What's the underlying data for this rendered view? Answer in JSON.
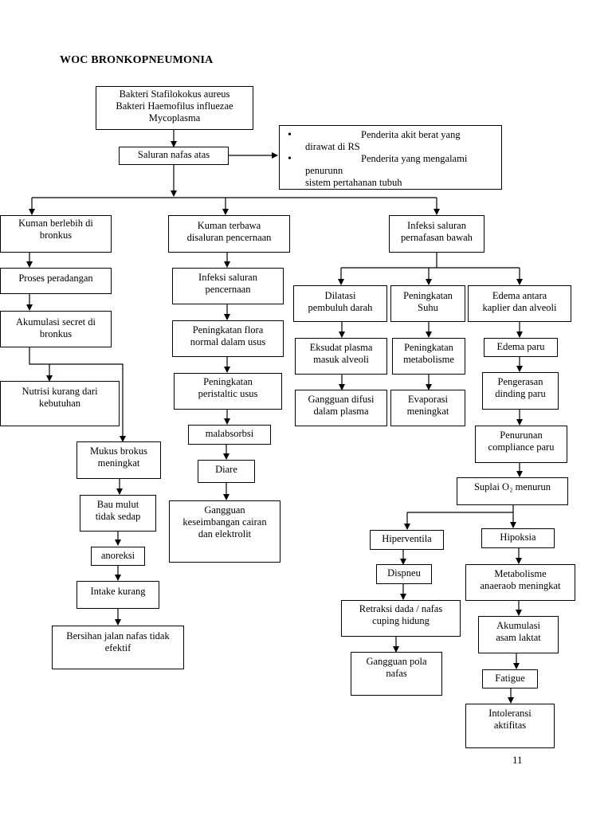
{
  "title": "WOC BRONKOPNEUMONIA",
  "page_number": "11",
  "nodes": {
    "bakteri": [
      "Bakteri Stafilokokus aureus",
      "Bakteri Haemofilus influezae",
      "Mycoplasma"
    ],
    "saluran_atas": [
      "Saluran nafas atas"
    ],
    "kuman_bronkus": [
      "Kuman berlebih di",
      "bronkus"
    ],
    "kuman_cerna": [
      "Kuman terbawa",
      "disaluran pencernaan"
    ],
    "infeksi_bawah": [
      "Infeksi saluran",
      "pernafasan bawah"
    ],
    "proses_radang": [
      "Proses peradangan"
    ],
    "akumulasi_secret": [
      "Akumulasi secret di",
      "bronkus"
    ],
    "nutrisi": [
      "Nutrisi kurang dari",
      "kebutuhan"
    ],
    "mukus": [
      "Mukus brokus",
      "meningkat"
    ],
    "bau_mulut": [
      "Bau mulut",
      "tidak sedap"
    ],
    "anoreksi": [
      "anoreksi"
    ],
    "intake": [
      "Intake kurang"
    ],
    "bersihan": [
      "Bersihan jalan nafas tidak",
      "efektif"
    ],
    "infeksi_cerna": [
      "Infeksi saluran",
      "pencernaan"
    ],
    "flora": [
      "Peningkatan flora",
      "normal dalam usus"
    ],
    "peristaltic": [
      "Peningkatan",
      "peristaltic usus"
    ],
    "malabsorbsi": [
      "malabsorbsi"
    ],
    "diare": [
      "Diare"
    ],
    "gangguan_cairan": [
      "Gangguan",
      "keseimbangan cairan",
      "dan elektrolit"
    ],
    "dilatasi": [
      "Dilatasi",
      "pembuluh darah"
    ],
    "suhu": [
      "Peningkatan",
      "Suhu"
    ],
    "edema_antara": [
      "Edema antara",
      "kaplier dan alveoli"
    ],
    "eksudat": [
      "Eksudat plasma",
      "masuk alveoli"
    ],
    "metabolisme": [
      "Peningkatan",
      "metabolisme"
    ],
    "edema_paru": [
      "Edema paru"
    ],
    "difusi": [
      "Gangguan difusi",
      "dalam plasma"
    ],
    "evaporasi": [
      "Evaporasi",
      "meningkat"
    ],
    "pengerasan": [
      "Pengerasan",
      "dinding paru"
    ],
    "compliance": [
      "Penurunan",
      "compliance paru"
    ],
    "suplai": [
      "Suplai O₂ menurun"
    ],
    "hiperventila": [
      "Hiperventila"
    ],
    "hipoksia": [
      "Hipoksia"
    ],
    "dispneu": [
      "Dispneu"
    ],
    "anaerob": [
      "Metabolisme",
      "anaeraob meningkat"
    ],
    "retraksi": [
      "Retraksi dada / nafas",
      "cuping hidung"
    ],
    "akumulasi_laktat": [
      "Akumulasi",
      "asam laktat"
    ],
    "pola_nafas": [
      "Gangguan pola",
      "nafas"
    ],
    "fatigue": [
      "Fatigue"
    ],
    "intoleransi": [
      "Intoleransi",
      "aktifitas"
    ]
  },
  "risk_box": {
    "items": [
      {
        "first": "Penderita akit berat yang",
        "rest": [
          "dirawat di RS"
        ]
      },
      {
        "first": "Penderita yang mengalami",
        "rest": [
          "penurunn",
          "sistem pertahanan tubuh"
        ]
      }
    ]
  }
}
